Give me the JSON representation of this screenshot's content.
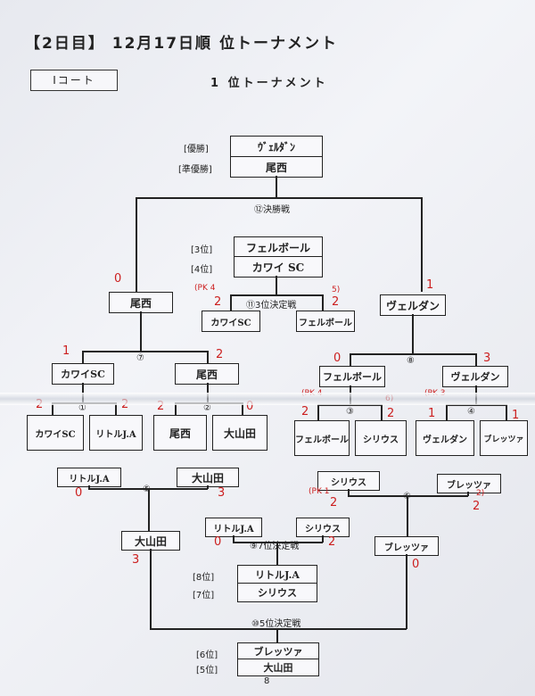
{
  "header": {
    "title": "【2日目】 12月17日順 位トーナメント",
    "court": "Ⅰコート",
    "subtitle": "1 位トーナメント"
  },
  "final_ranks": {
    "champion_label": "[優勝]",
    "champion": "ｳﾞｪﾙﾀﾞﾝ",
    "runner_label": "[準優勝]",
    "runner": "尾西",
    "third_label": "[3位]",
    "third": "フェルボール",
    "fourth_label": "[4位]",
    "fourth": "カワイ SC",
    "eighth_label": "[8位]",
    "eighth": "リトルJ.A",
    "seventh_label": "[7位]",
    "seventh": "シリウス",
    "sixth_label": "[6位]",
    "sixth": "ブレッツァ",
    "fifth_label": "[5位]",
    "fifth": "大山田"
  },
  "matches": {
    "m1": "①",
    "m2": "②",
    "m3": "③",
    "m4": "④",
    "m5": "⑤",
    "m6": "⑥",
    "m7": "⑦",
    "m8": "⑧",
    "m9": "⑨7位決定戦",
    "m10": "⑩5位決定戦",
    "m11": "⑪3位決定戦",
    "m12": "⑫決勝戦"
  },
  "teams": {
    "r1": [
      "カワイSC",
      "リトルJ.A",
      "尾西",
      "大山田",
      "フェルボール",
      "シリウス",
      "ヴェルダン",
      "ブレッツァ"
    ],
    "r2": [
      "カワイSC",
      "尾西",
      "フェルボール",
      "ヴェルダン"
    ],
    "r3": [
      "尾西",
      "ヴェルダン"
    ],
    "third_match": [
      "カワイSC",
      "フェルボール"
    ],
    "cons": [
      "リトルJ.A",
      "大山田",
      "シリウス",
      "ブレッツァ"
    ],
    "cons_final": [
      "大山田",
      "ブレッツァ"
    ],
    "seventh_match": [
      "リトルJ.A",
      "シリウス"
    ]
  },
  "scores": {
    "m1": [
      "2",
      "2"
    ],
    "m2": [
      "2",
      "0"
    ],
    "m3": [
      "2",
      "2"
    ],
    "m3_pk": [
      "(PK 4",
      "6)"
    ],
    "m4": [
      "1",
      "1"
    ],
    "m4_pk": [
      "(PK 3",
      ""
    ],
    "m7": [
      "1",
      "2"
    ],
    "m8": [
      "0",
      "3"
    ],
    "m12": [
      "0",
      "1"
    ],
    "m11": [
      "2",
      "2"
    ],
    "m11_pk": [
      "(PK 4",
      "5)"
    ],
    "m5": [
      "0",
      "3"
    ],
    "m6": [
      "2",
      "2"
    ],
    "m6_pk": [
      "(PK 1",
      "2)"
    ],
    "m9": [
      "0",
      "2"
    ],
    "m10": [
      "3",
      "0"
    ]
  },
  "page_number": "8"
}
